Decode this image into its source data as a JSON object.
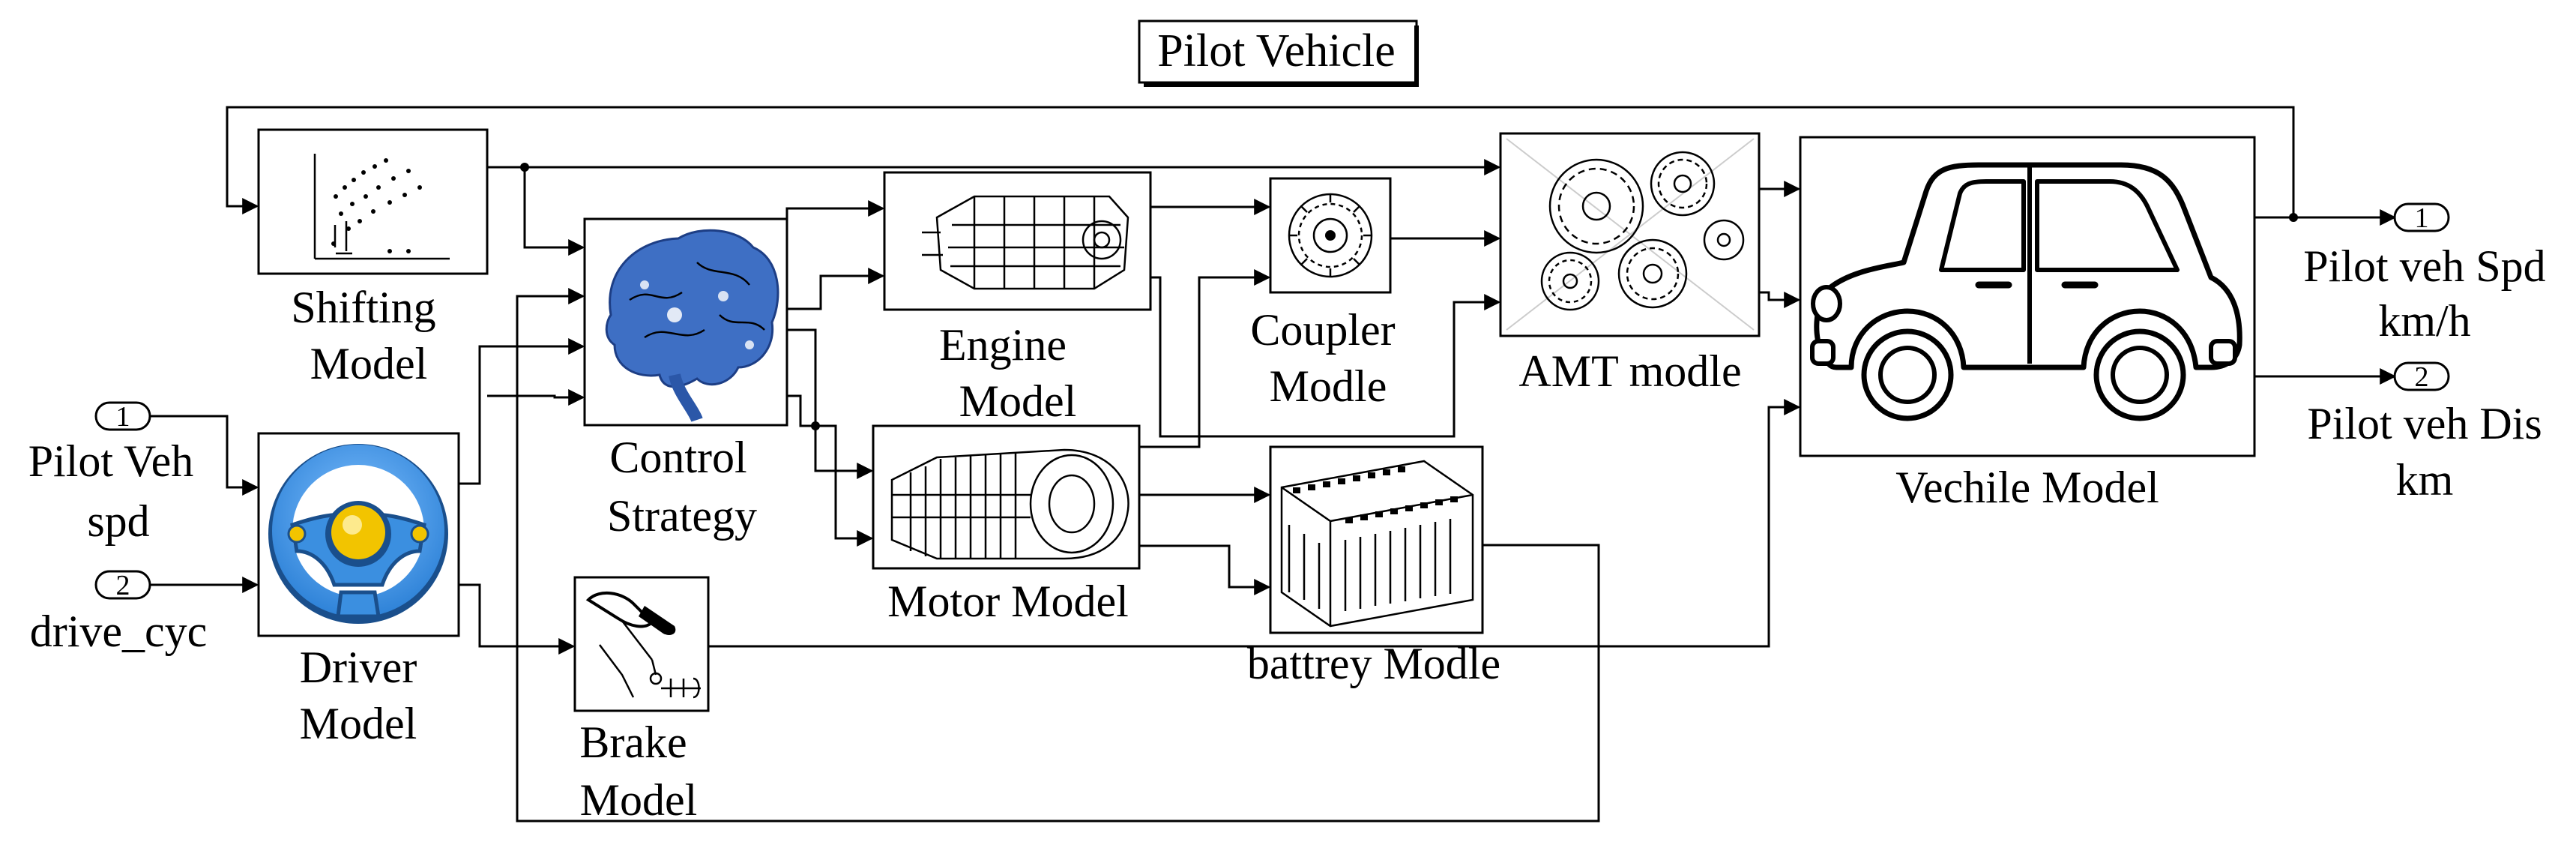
{
  "title": "Pilot Vehicle",
  "inports": [
    {
      "number": "1",
      "name_lines": [
        "Pilot Veh",
        "spd"
      ]
    },
    {
      "number": "2",
      "name_lines": [
        "drive_cyc"
      ]
    }
  ],
  "outports": [
    {
      "number": "1",
      "name_lines": [
        "Pilot veh Spd",
        "km/h"
      ]
    },
    {
      "number": "2",
      "name_lines": [
        "Pilot veh Dis",
        "km"
      ]
    }
  ],
  "blocks": {
    "shifting": {
      "label_lines": [
        "Shifting",
        "Model"
      ],
      "icon": "shift-map-plot-icon"
    },
    "control": {
      "label_lines": [
        "Control",
        "Strategy"
      ],
      "icon": "brain-icon",
      "colors": {
        "glow": "#d8e6fb",
        "brain": "#3e6fc4",
        "highlight": "#a9d0ff"
      }
    },
    "engine": {
      "label_lines": [
        "Engine",
        "Model"
      ],
      "icon": "engine-icon"
    },
    "coupler": {
      "label_lines": [
        "Coupler",
        "Modle"
      ],
      "icon": "gear-icon"
    },
    "amt": {
      "label_lines": [
        "AMT modle"
      ],
      "icon": "gears-icon"
    },
    "vehicle": {
      "label_lines": [
        "Vechile Model"
      ],
      "icon": "car-icon"
    },
    "driver": {
      "label_lines": [
        "Driver",
        "Model"
      ],
      "icon": "steering-wheel-icon",
      "colors": {
        "ring": "#2f83d8",
        "ring_dark": "#1a4f8c",
        "hub": "#f2c400",
        "spoke": "#3b8fe0"
      }
    },
    "motor": {
      "label_lines": [
        "Motor Model"
      ],
      "icon": "motor-icon"
    },
    "battery": {
      "label_lines": [
        "battrey Modle"
      ],
      "icon": "battery-pack-icon"
    },
    "brake": {
      "label_lines": [
        "Brake",
        "Model"
      ],
      "icon": "brake-pedal-icon"
    }
  }
}
